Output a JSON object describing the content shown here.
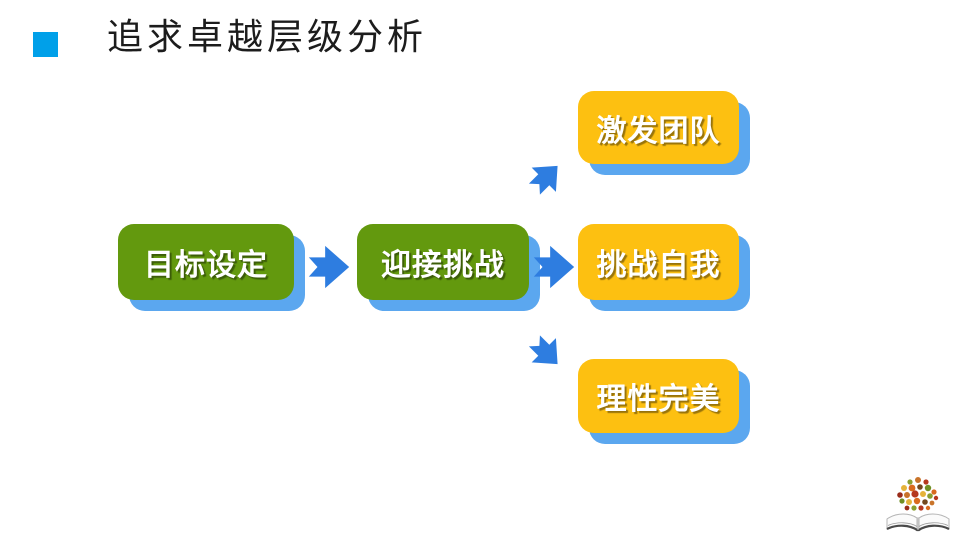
{
  "slide": {
    "title": "追求卓越层级分析",
    "bullet_color": "#00a0e9",
    "background_color": "#ffffff"
  },
  "diagram": {
    "colors": {
      "green": "#63990e",
      "yellow": "#fdc011",
      "shadow": "#5ba7ef",
      "arrow": "#2e7de0"
    },
    "nodes": [
      {
        "label": "目标设定",
        "color": "green",
        "level": 1
      },
      {
        "label": "迎接挑战",
        "color": "green",
        "level": 2
      },
      {
        "label": "激发团队",
        "color": "yellow",
        "level": 3
      },
      {
        "label": "挑战自我",
        "color": "yellow",
        "level": 3
      },
      {
        "label": "理性完美",
        "color": "yellow",
        "level": 3
      }
    ],
    "connections": [
      {
        "from": "目标设定",
        "to": "迎接挑战",
        "direction": "right"
      },
      {
        "from": "迎接挑战",
        "to": "激发团队",
        "direction": "up-right"
      },
      {
        "from": "迎接挑战",
        "to": "挑战自我",
        "direction": "right"
      },
      {
        "from": "迎接挑战",
        "to": "理性完美",
        "direction": "down-right"
      }
    ]
  },
  "logo": {
    "name": "open-book-knowledge-logo"
  }
}
